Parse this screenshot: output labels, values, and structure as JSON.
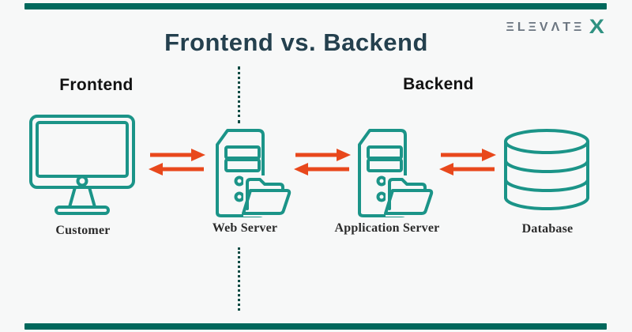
{
  "header": {
    "title": "Frontend vs. Backend",
    "logo": {
      "wordmark": "ΞLΞVΛTΞ",
      "mark": "X",
      "name": "ELEVATE X"
    }
  },
  "sections": {
    "frontend": "Frontend",
    "backend": "Backend"
  },
  "nodes": [
    {
      "id": "customer",
      "label": "Customer",
      "icon": "monitor-icon",
      "side": "frontend"
    },
    {
      "id": "web-server",
      "label": "Web Server",
      "icon": "server-folder-icon",
      "side": "middle"
    },
    {
      "id": "application-server",
      "label": "Application Server",
      "icon": "server-folder-icon",
      "side": "backend"
    },
    {
      "id": "database",
      "label": "Database",
      "icon": "database-icon",
      "side": "backend"
    }
  ],
  "connections": [
    {
      "from": "Customer",
      "to": "Web Server",
      "direction": "bidirectional"
    },
    {
      "from": "Web Server",
      "to": "Application Server",
      "direction": "bidirectional"
    },
    {
      "from": "Application Server",
      "to": "Database",
      "direction": "bidirectional"
    }
  ],
  "colors": {
    "background": "#f7f8f8",
    "accent_bar": "#00685c",
    "icon_teal": "#1b9488",
    "arrow_orange": "#e8481c",
    "title_text": "#24404e",
    "section_heading": "#121212",
    "node_label": "#2b2b2b",
    "logo_gray": "#6b7580",
    "logo_teal": "#2f9181",
    "dotted_divider": "#0d4b43"
  }
}
